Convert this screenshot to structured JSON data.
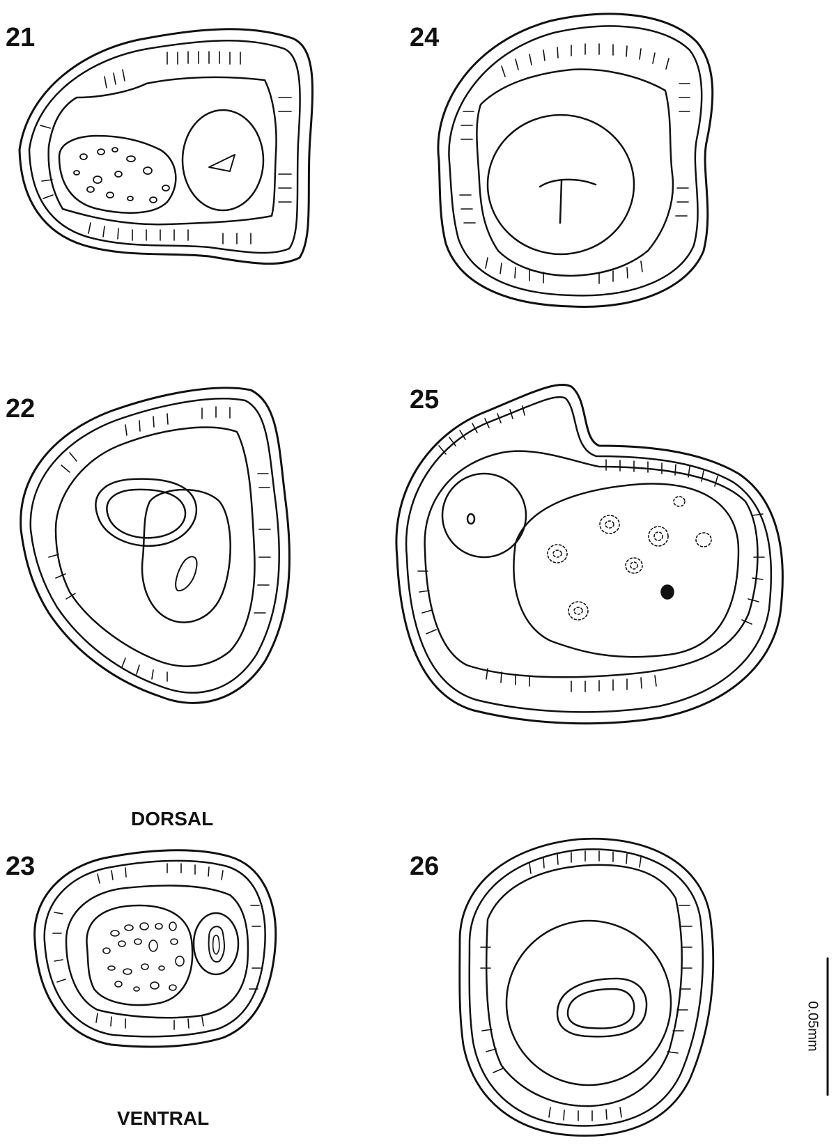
{
  "figures": [
    {
      "number": "21"
    },
    {
      "number": "22"
    },
    {
      "number": "23",
      "dorsal_label": "DORSAL",
      "ventral_label": "VENTRAL"
    },
    {
      "number": "24"
    },
    {
      "number": "25"
    },
    {
      "number": "26"
    }
  ],
  "scale_bar": {
    "label": "0.05mm"
  },
  "colors": {
    "ink": "#111111",
    "background": "#ffffff"
  }
}
